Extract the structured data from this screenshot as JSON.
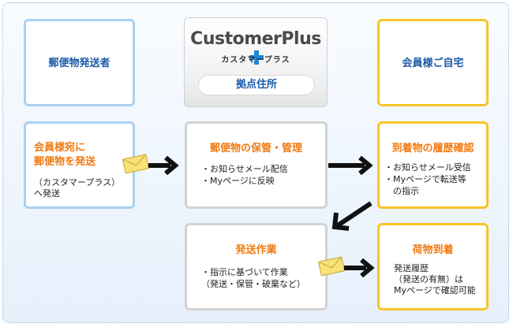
{
  "sender": {
    "title": "郵便物発送者"
  },
  "hub": {
    "logo": "CustomerPlus",
    "logo_sub": "カスタマープラス",
    "label": "拠点住所"
  },
  "member_home": {
    "title": "会員様ご自宅"
  },
  "send": {
    "title_line1": "会員様宛に",
    "title_line2": "郵便物を発送",
    "note_line1": "（カスタマープラス）",
    "note_line2": "へ発送"
  },
  "storage": {
    "title": "郵便物の保管・管理",
    "items": [
      "・お知らせメール配信",
      "・Myページに反映"
    ]
  },
  "history": {
    "title": "到着物の履歴確認",
    "items": [
      "・お知らせメール受信",
      "・Myページで転送等",
      "　の指示"
    ]
  },
  "work": {
    "title": "発送作業",
    "items": [
      "・指示に基づいて作業",
      "（発送・保管・破棄など）"
    ]
  },
  "arrival": {
    "title": "荷物到着",
    "lines": [
      "発送履歴",
      "（発送の有無）は",
      "Myページで確認可能"
    ]
  },
  "colors": {
    "blue_border": "#a9d1f2",
    "yellow_border": "#f7c52a",
    "blue_text": "#1a5aa8",
    "orange_text": "#ef7a12",
    "logo_plus": "#1e88d6"
  },
  "icons": [
    "envelope-icon",
    "arrow-right-icon",
    "arrow-down-left-icon"
  ]
}
